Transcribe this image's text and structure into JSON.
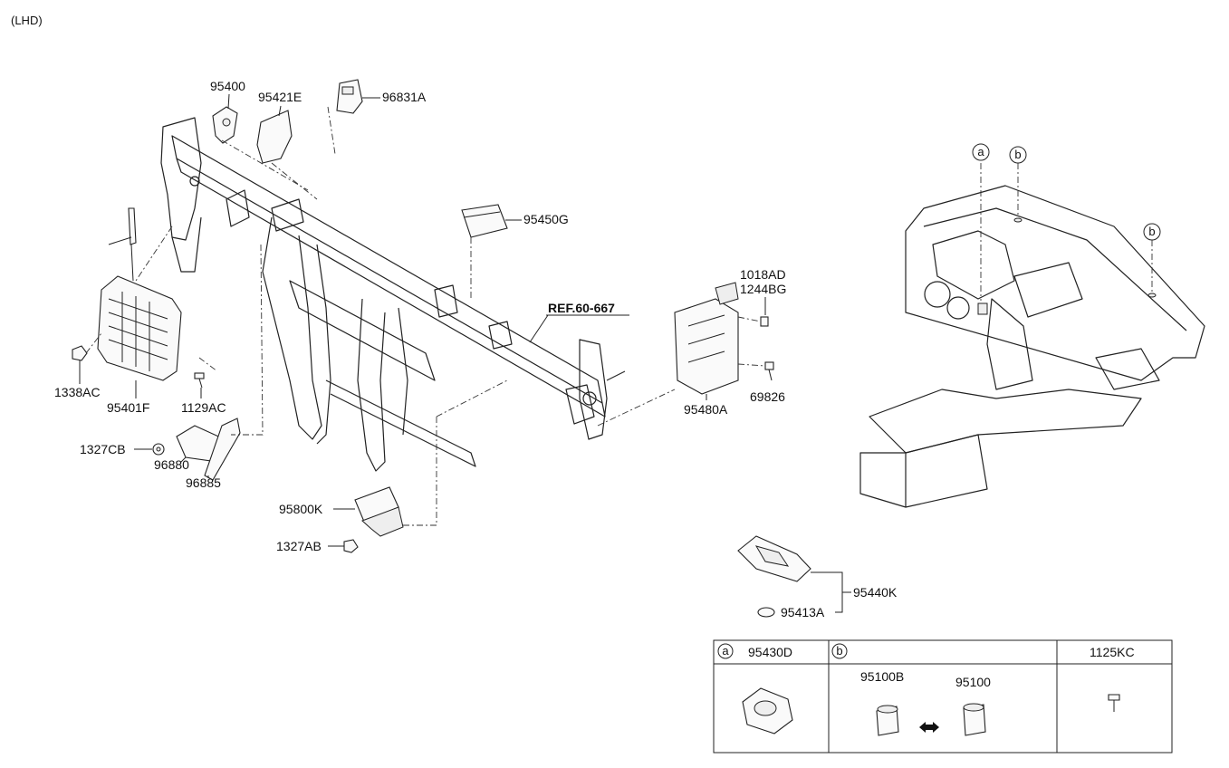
{
  "variant_label": "(LHD)",
  "reference": "REF.60-667",
  "parts": {
    "p95400": "95400",
    "p95421E": "95421E",
    "p96831A": "96831A",
    "p95450G": "95450G",
    "p1018AD": "1018AD",
    "p1244BG": "1244BG",
    "p1338AC": "1338AC",
    "p95401F": "95401F",
    "p1129AC": "1129AC",
    "p1327CB": "1327CB",
    "p96880": "96880",
    "p96885": "96885",
    "p95480A": "95480A",
    "p69826": "69826",
    "p95800K": "95800K",
    "p1327AB": "1327AB",
    "p95440K": "95440K",
    "p95413A": "95413A"
  },
  "callouts": {
    "a": "a",
    "b": "b"
  },
  "legend_table": {
    "col_a_marker": "a",
    "col_a_part": "95430D",
    "col_b_marker": "b",
    "col_b_part1": "95100B",
    "col_b_part2": "95100",
    "col_c_part": "1125KC"
  }
}
